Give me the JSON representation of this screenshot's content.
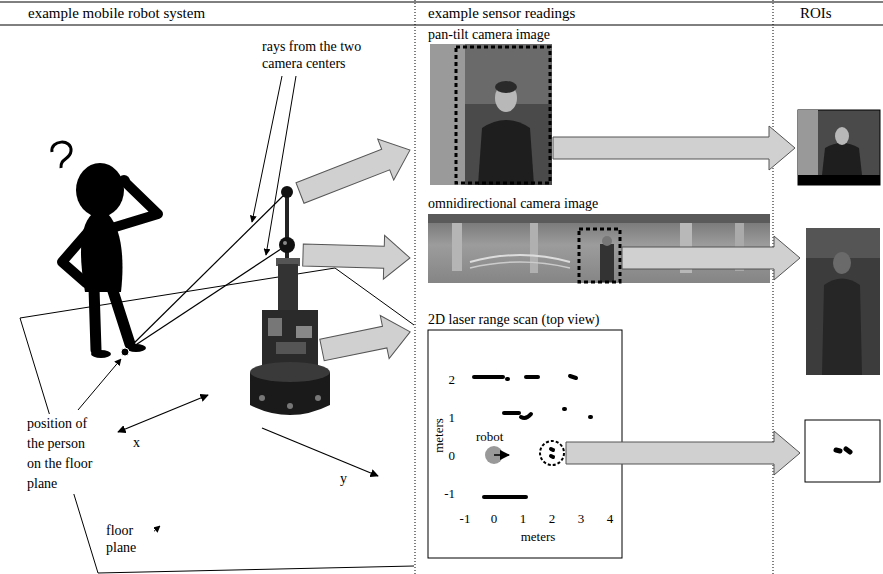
{
  "diagram": {
    "nodes": [
      {
        "text": [
          "pan-tilt camera image"
        ]
      },
      {
        "text": [
          "omnidirectional camera image"
        ]
      },
      {
        "text": [
          "2D laser range scan (top view)"
        ]
      }
    ],
    "labels": [
      "example mobile robot system",
      "example sensor readings",
      "ROIs",
      "rays from the two camera centers",
      "position of the person on the floor plane",
      "x",
      "y",
      "floor plane",
      "2",
      "1",
      "0",
      "-1",
      "meters",
      "robot",
      "-1",
      "0",
      "1",
      "2",
      "3",
      "4",
      "meters"
    ]
  }
}
